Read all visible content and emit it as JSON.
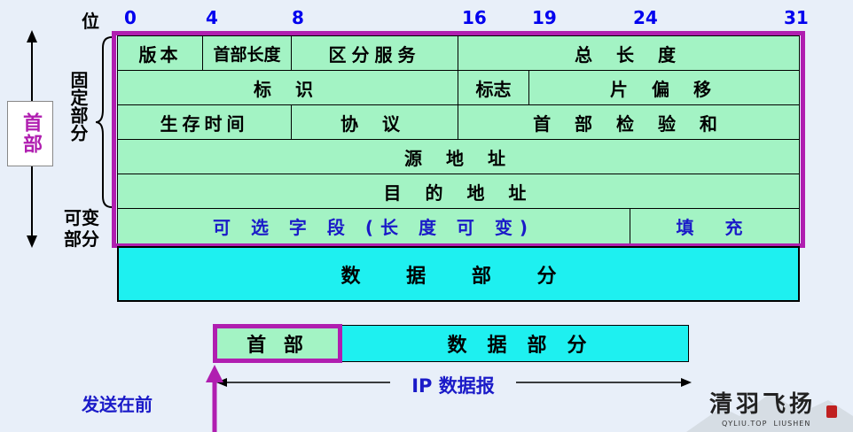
{
  "bit_axis": {
    "label": "位",
    "marks": [
      "0",
      "4",
      "8",
      "16",
      "19",
      "24",
      "31"
    ]
  },
  "side_labels": {
    "header_box": "首部",
    "fixed_part": "固定部分",
    "variable_part": "可变部分"
  },
  "header_rows": [
    {
      "cells": [
        "版本",
        "首部长度",
        "区分服务",
        "总 长 度"
      ]
    },
    {
      "cells": [
        "标  识",
        "标志",
        "片 偏 移"
      ]
    },
    {
      "cells": [
        "生存时间",
        "协  议",
        "首 部 检 验 和"
      ]
    },
    {
      "cells": [
        "源 地 址"
      ]
    },
    {
      "cells": [
        "目 的 地 址"
      ]
    },
    {
      "cells": [
        "可 选 字 段 (长 度 可 变)",
        "填  充"
      ]
    }
  ],
  "data_part_label": "数 据 部 分",
  "datagram": {
    "header_label": "首 部",
    "data_label": "数   据   部   分",
    "caption": "IP 数据报",
    "send_first": "发送在前"
  },
  "watermark": {
    "title": "清羽飞扬",
    "url": "QYLIU.TOP  LIUSHEN"
  },
  "colors": {
    "background": "#e8eff9",
    "header_fill": "#a3f3c4",
    "data_fill": "#1ef0f0",
    "highlight": "#b01eb0",
    "bit_numbers": "#0000ee",
    "option_text": "#1a1ac8"
  }
}
